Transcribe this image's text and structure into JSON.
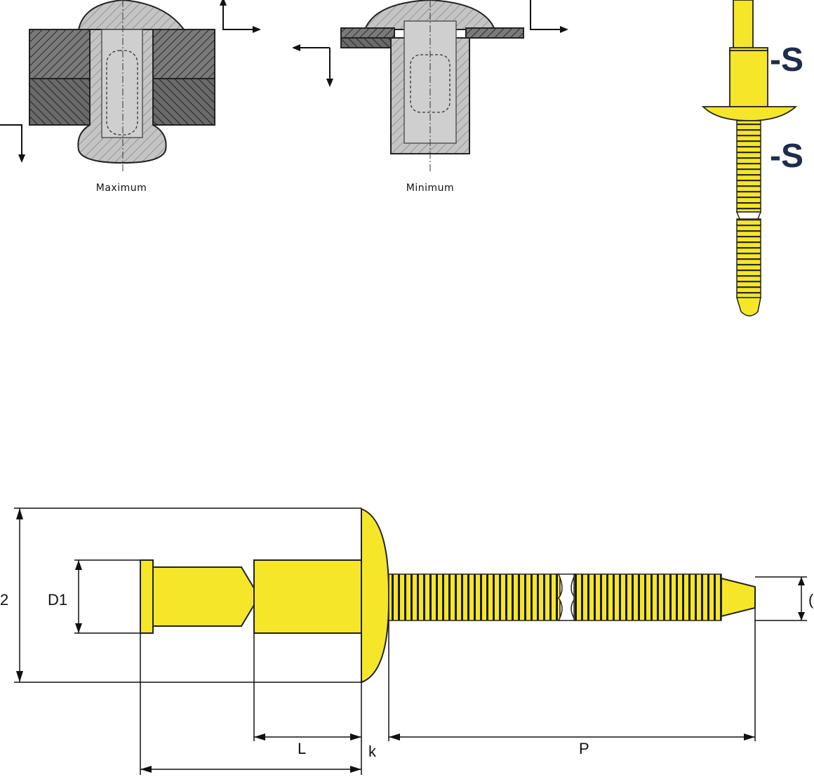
{
  "diagram": {
    "captions": {
      "maximum": "Maximum",
      "minimum": "Minimum"
    },
    "side_labels": {
      "upper": "-S",
      "lower": "-S"
    },
    "dimensions": {
      "d2": "2",
      "d1": "D1",
      "l": "L",
      "k": "k",
      "p": "P",
      "d": "("
    },
    "colors": {
      "rivet_yellow": "#f5e62a",
      "outline": "#111111",
      "section_gray": "#b9b9b9",
      "plate_dark": "#6f6f6f",
      "brand_navy": "#1f2d4a"
    }
  }
}
